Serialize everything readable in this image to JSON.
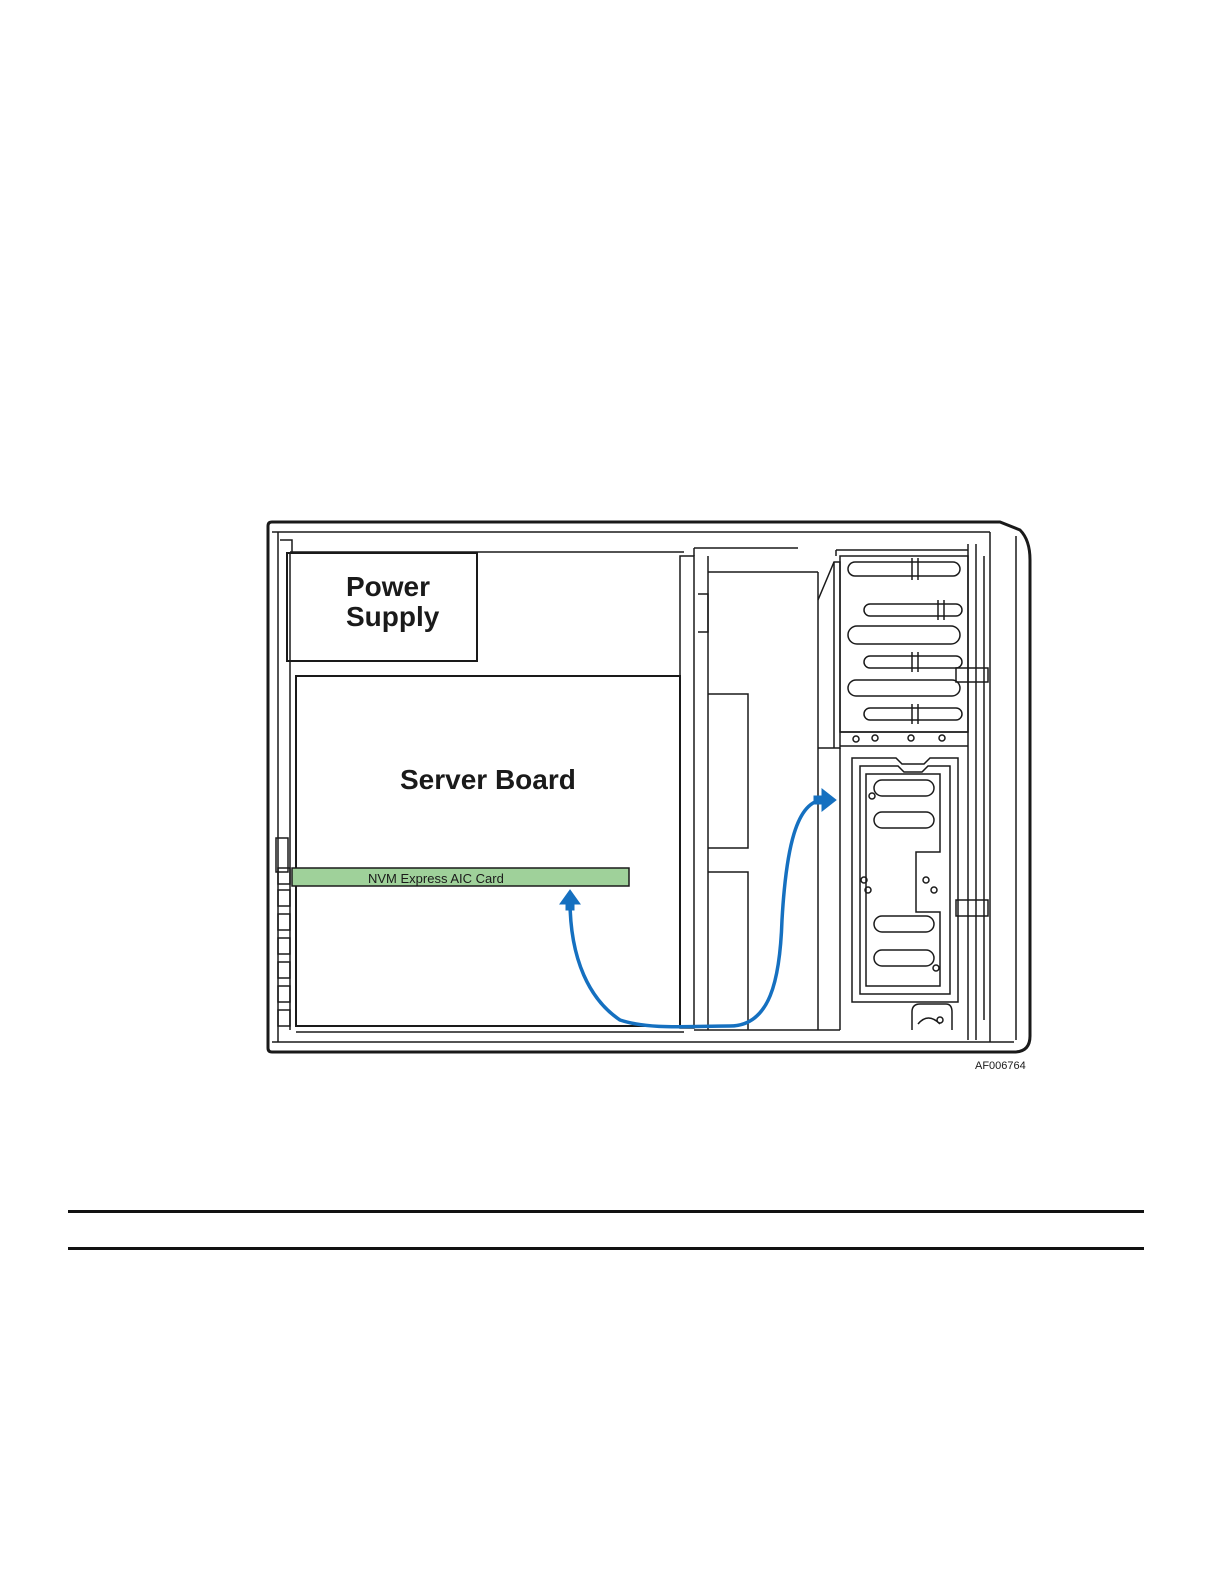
{
  "diagram": {
    "labels": {
      "power_supply_line1": "Power",
      "power_supply_line2": "Supply",
      "server_board": "Server Board",
      "nvme_card": "NVM Express AIC Card",
      "figure_id": "AF006764"
    },
    "colors": {
      "outline": "#1a1a1a",
      "card_fill": "#9fd19a",
      "arrow": "#1570c0"
    }
  }
}
